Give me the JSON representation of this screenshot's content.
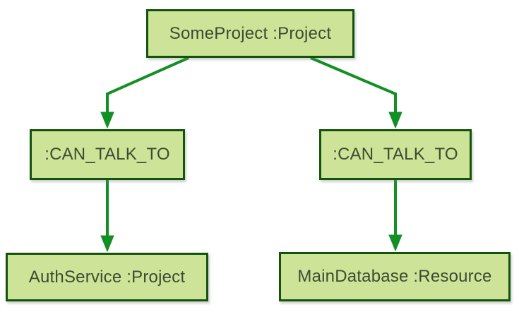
{
  "diagram": {
    "type": "flowchart",
    "direction": "top-down",
    "nodes": [
      {
        "id": "someproject",
        "label": "SomeProject :Project"
      },
      {
        "id": "can_talk_to_left",
        "label": ":CAN_TALK_TO"
      },
      {
        "id": "can_talk_to_right",
        "label": ":CAN_TALK_TO"
      },
      {
        "id": "authservice",
        "label": "AuthService :Project"
      },
      {
        "id": "maindatabase",
        "label": "MainDatabase :Resource"
      }
    ],
    "edges": [
      {
        "from": "someproject",
        "to": "can_talk_to_left"
      },
      {
        "from": "someproject",
        "to": "can_talk_to_right"
      },
      {
        "from": "can_talk_to_left",
        "to": "authservice"
      },
      {
        "from": "can_talk_to_right",
        "to": "maindatabase"
      }
    ],
    "colors": {
      "node_fill": "#cde498",
      "node_border": "#13540c",
      "edge": "#128f25",
      "text": "#3d4a33",
      "background": "#ffffff"
    }
  }
}
